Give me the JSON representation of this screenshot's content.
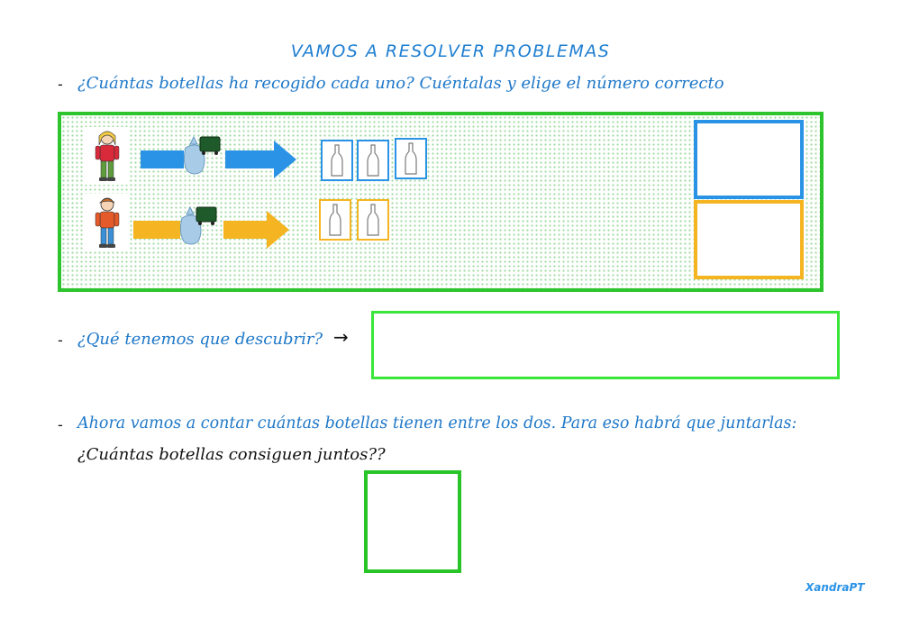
{
  "title": "VAMOS A RESOLVER PROBLEMAS",
  "bullet": "-",
  "q1": "¿Cuántas botellas ha recogido cada uno? Cuéntalas y elige el número correcto",
  "q2": "¿Qué tenemos que descubrir?",
  "q2_arrow": "→",
  "q3": "Ahora vamos a contar cuántas botellas tienen entre los dos. Para eso habrá que juntarlas:",
  "q4": "¿Cuántas botellas consiguen juntos??",
  "signature": "XandraPT",
  "rows": [
    {
      "kid": "girl",
      "color": "#2a93e6",
      "bottles": 3
    },
    {
      "kid": "boy",
      "color": "#f5b522",
      "bottles": 2
    }
  ],
  "colors": {
    "heading": "#1f7fd1",
    "panel_border": "#2ec42e",
    "blue": "#2a93e6",
    "yellow": "#f5b522",
    "green": "#39e639"
  }
}
